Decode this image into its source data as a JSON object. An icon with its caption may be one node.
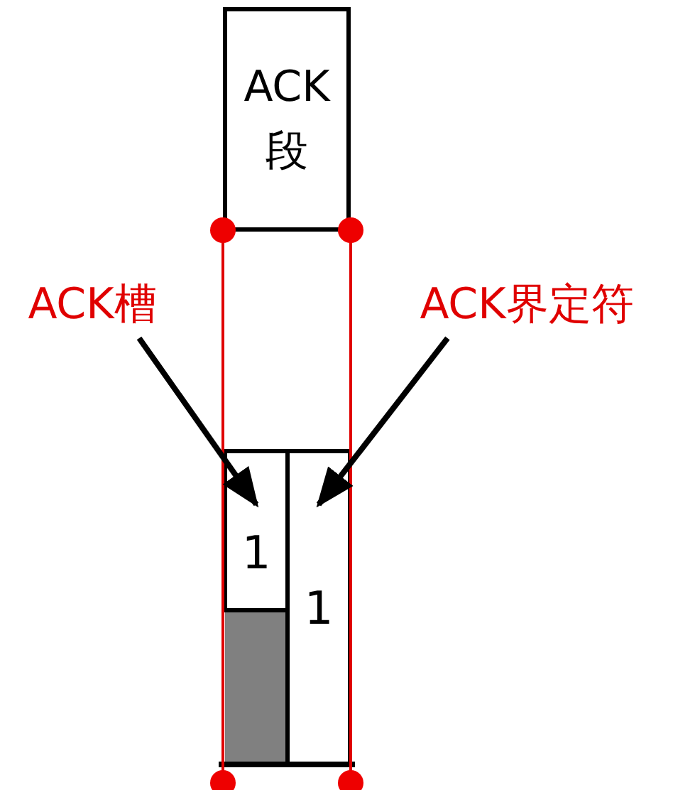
{
  "diagram": {
    "nodes": [
      {
        "text": [
          "ACK段"
        ]
      },
      {
        "text": [
          "ACK槽"
        ]
      },
      {
        "text": [
          "ACK界定符"
        ]
      },
      {
        "text": [
          "1"
        ]
      },
      {
        "text": [
          "1"
        ]
      },
      {
        "text": [],
        "shape": "bar"
      }
    ],
    "edges": [
      {
        "from": 1,
        "to": 3,
        "arrow": "to"
      },
      {
        "from": 2,
        "to": 4,
        "arrow": "to"
      }
    ]
  }
}
